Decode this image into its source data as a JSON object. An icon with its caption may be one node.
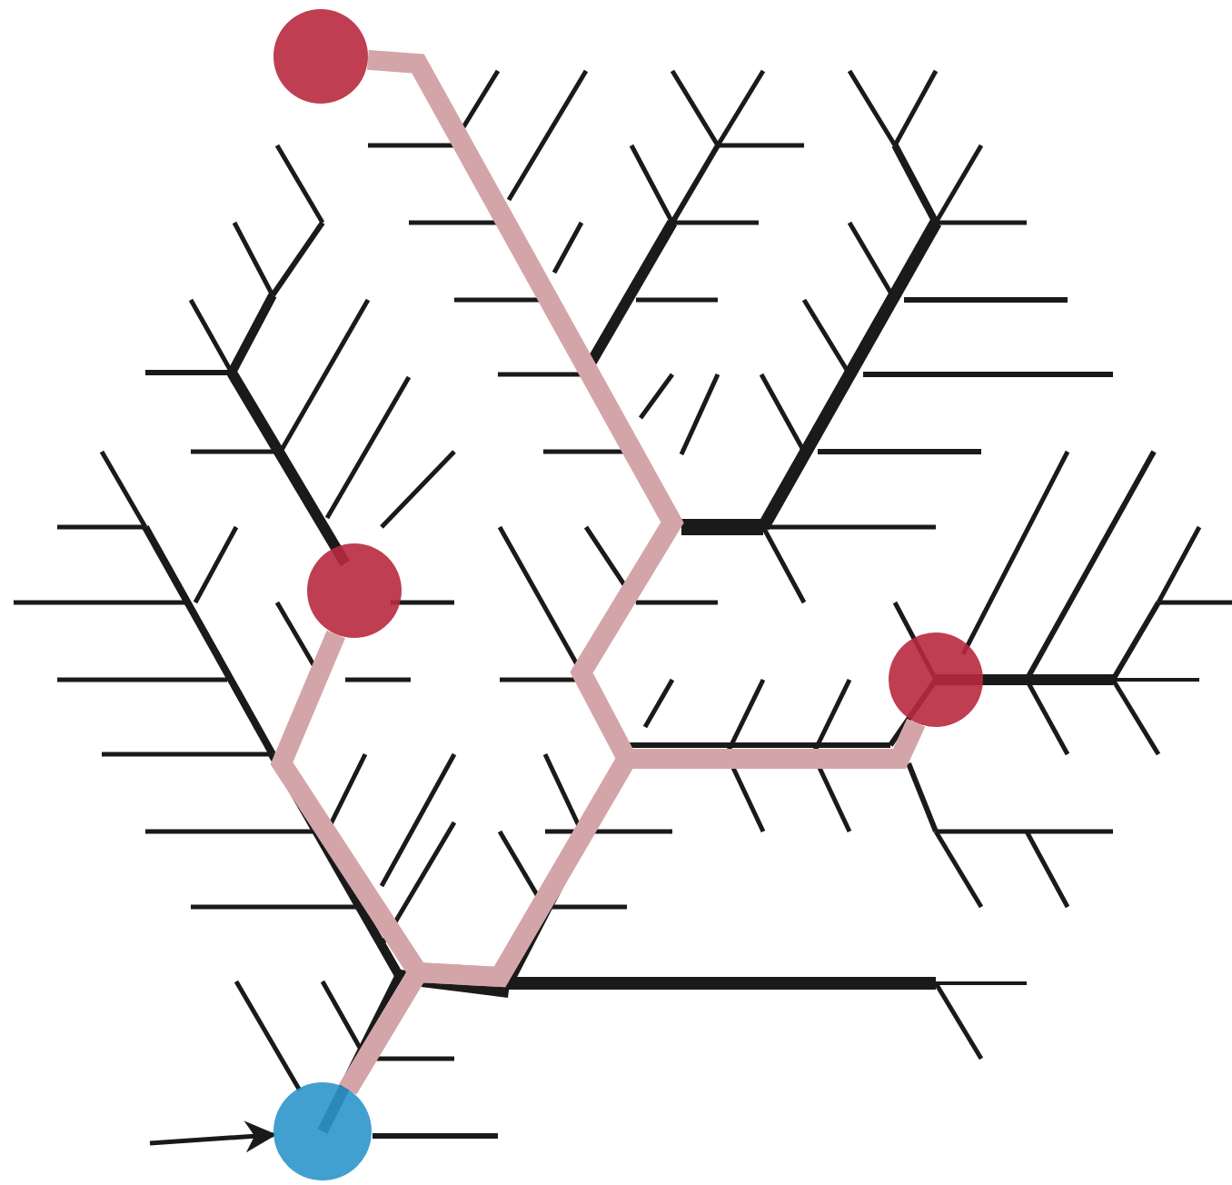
{
  "diagram": {
    "nodes": [
      {
        "text": [],
        "shape": "circle"
      },
      {
        "text": [],
        "shape": "circle"
      },
      {
        "text": [],
        "shape": "circle"
      },
      {
        "text": [],
        "shape": "circle"
      }
    ],
    "edges": [
      {
        "from": null,
        "to": 3,
        "arrow": "to",
        "color": "#1a1a1a"
      },
      {
        "from": 3,
        "to": 0,
        "arrow": "none",
        "color": "#d4a5a8"
      },
      {
        "from": 3,
        "to": 1,
        "arrow": "none",
        "color": "#d4a5a8"
      },
      {
        "from": 3,
        "to": 2,
        "arrow": "none",
        "color": "#d4a5a8"
      }
    ]
  }
}
